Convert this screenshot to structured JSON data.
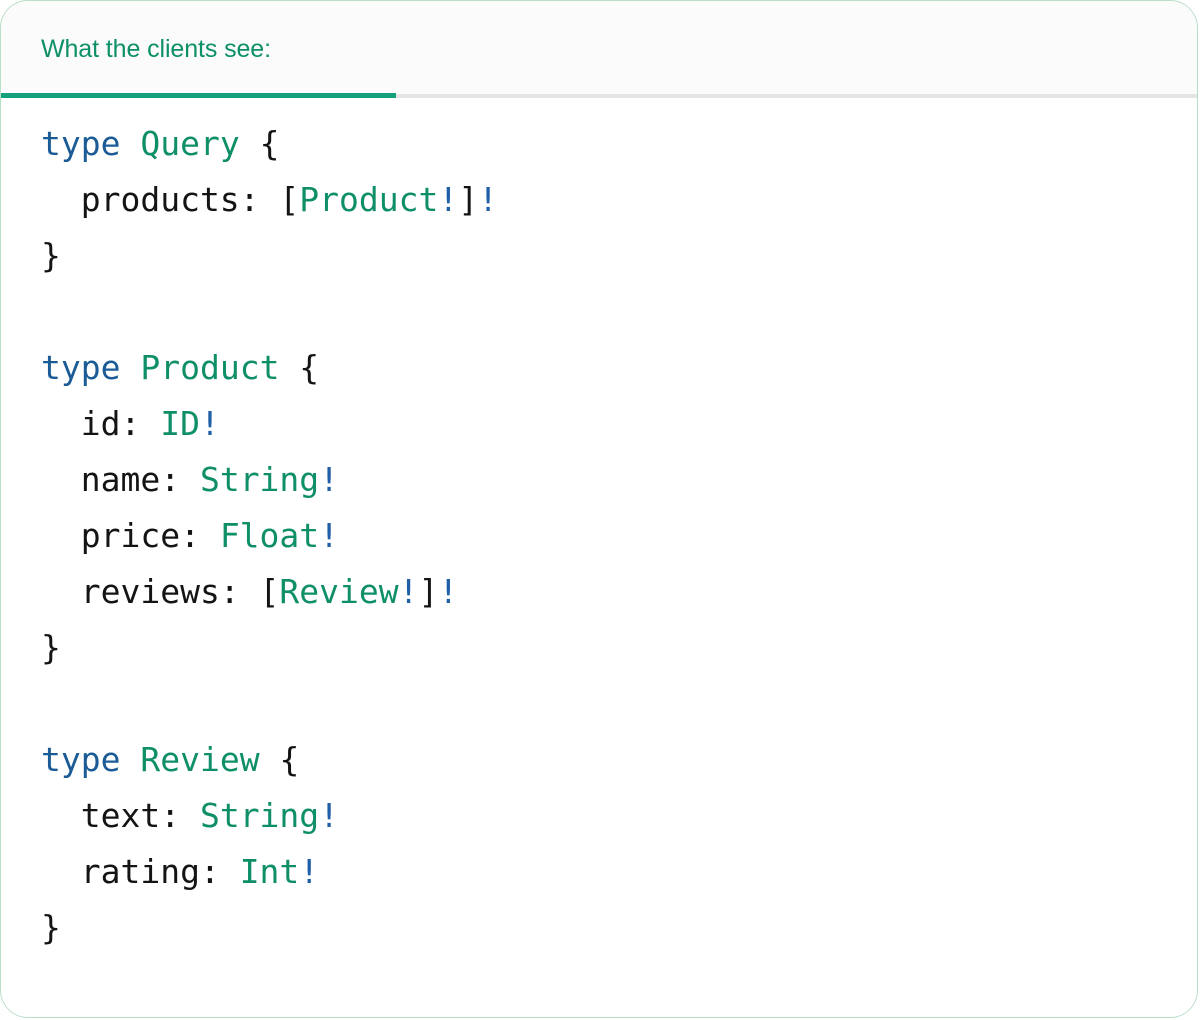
{
  "card": {
    "accent_green": "#12a17b",
    "border_color": "#b9ddc6",
    "header_bg": "#fbfbfb",
    "divider_color": "#e4e4e4"
  },
  "header": {
    "tab_label": "What the clients see:",
    "tab_label_color": "#0d8f67"
  },
  "code": {
    "language": "graphql",
    "colors": {
      "keyword": "#1b5c96",
      "type_name": "#0f8f68",
      "field": "#141414",
      "bang": "#1f5fa8",
      "punct": "#141414"
    },
    "lines": [
      {
        "id": "line-1",
        "tokens": [
          {
            "t": "type",
            "c": "kw"
          },
          {
            "t": " ",
            "c": "punct"
          },
          {
            "t": "Query",
            "c": "type"
          },
          {
            "t": " {",
            "c": "punct"
          }
        ]
      },
      {
        "id": "line-2",
        "tokens": [
          {
            "t": "  products: [",
            "c": "field"
          },
          {
            "t": "Product",
            "c": "type"
          },
          {
            "t": "!",
            "c": "bang"
          },
          {
            "t": "]",
            "c": "punct"
          },
          {
            "t": "!",
            "c": "bang"
          }
        ]
      },
      {
        "id": "line-3",
        "tokens": [
          {
            "t": "}",
            "c": "punct"
          }
        ]
      },
      {
        "id": "line-4",
        "tokens": [
          {
            "t": " ",
            "c": "punct"
          }
        ]
      },
      {
        "id": "line-5",
        "tokens": [
          {
            "t": "type",
            "c": "kw"
          },
          {
            "t": " ",
            "c": "punct"
          },
          {
            "t": "Product",
            "c": "type"
          },
          {
            "t": " {",
            "c": "punct"
          }
        ]
      },
      {
        "id": "line-6",
        "tokens": [
          {
            "t": "  id: ",
            "c": "field"
          },
          {
            "t": "ID",
            "c": "type"
          },
          {
            "t": "!",
            "c": "bang"
          }
        ]
      },
      {
        "id": "line-7",
        "tokens": [
          {
            "t": "  name: ",
            "c": "field"
          },
          {
            "t": "String",
            "c": "type"
          },
          {
            "t": "!",
            "c": "bang"
          }
        ]
      },
      {
        "id": "line-8",
        "tokens": [
          {
            "t": "  price: ",
            "c": "field"
          },
          {
            "t": "Float",
            "c": "type"
          },
          {
            "t": "!",
            "c": "bang"
          }
        ]
      },
      {
        "id": "line-9",
        "tokens": [
          {
            "t": "  reviews: [",
            "c": "field"
          },
          {
            "t": "Review",
            "c": "type"
          },
          {
            "t": "!",
            "c": "bang"
          },
          {
            "t": "]",
            "c": "punct"
          },
          {
            "t": "!",
            "c": "bang"
          }
        ]
      },
      {
        "id": "line-10",
        "tokens": [
          {
            "t": "}",
            "c": "punct"
          }
        ]
      },
      {
        "id": "line-11",
        "tokens": [
          {
            "t": " ",
            "c": "punct"
          }
        ]
      },
      {
        "id": "line-12",
        "tokens": [
          {
            "t": "type",
            "c": "kw"
          },
          {
            "t": " ",
            "c": "punct"
          },
          {
            "t": "Review",
            "c": "type"
          },
          {
            "t": " {",
            "c": "punct"
          }
        ]
      },
      {
        "id": "line-13",
        "tokens": [
          {
            "t": "  text: ",
            "c": "field"
          },
          {
            "t": "String",
            "c": "type"
          },
          {
            "t": "!",
            "c": "bang"
          }
        ]
      },
      {
        "id": "line-14",
        "tokens": [
          {
            "t": "  rating: ",
            "c": "field"
          },
          {
            "t": "Int",
            "c": "type"
          },
          {
            "t": "!",
            "c": "bang"
          }
        ]
      },
      {
        "id": "line-15",
        "tokens": [
          {
            "t": "}",
            "c": "punct"
          }
        ]
      }
    ]
  }
}
